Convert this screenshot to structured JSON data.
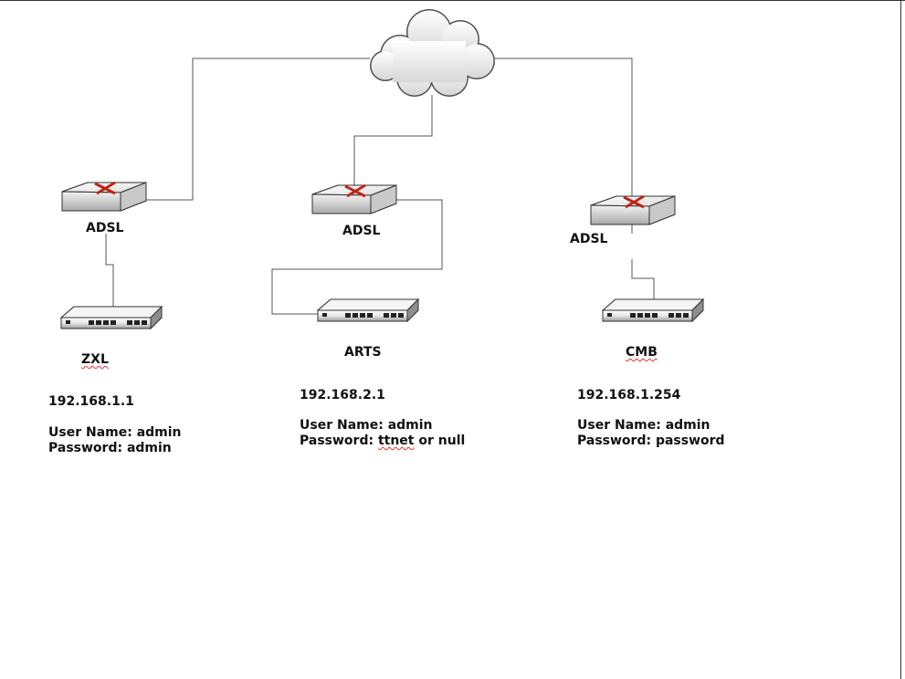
{
  "network": {
    "left": {
      "modem_label": "ADSL",
      "router_label": "ZXL",
      "ip": "192.168.1.1",
      "username_line": "User Name: admin",
      "password_prefix": "Password: ",
      "password_value": "admin",
      "password_suffix": ""
    },
    "middle": {
      "modem_label": "ADSL",
      "router_label": "ARTS",
      "ip": "192.168.2.1",
      "username_line": "User Name: admin",
      "password_prefix": "Password: ",
      "password_value": "ttnet",
      "password_suffix": " or null"
    },
    "right": {
      "modem_label": "ADSL",
      "router_label": "CMB",
      "ip": "192.168.1.254",
      "username_line": "User Name: admin",
      "password_prefix": "Password: ",
      "password_value": "password",
      "password_suffix": ""
    }
  },
  "icons": {
    "internet": "cloud-icon",
    "modem": "adsl-modem-icon",
    "router": "router-switch-icon"
  },
  "colors": {
    "line": "#555555",
    "modem_x": "#cc2a1a",
    "misspelling_underline": "#e03030"
  }
}
